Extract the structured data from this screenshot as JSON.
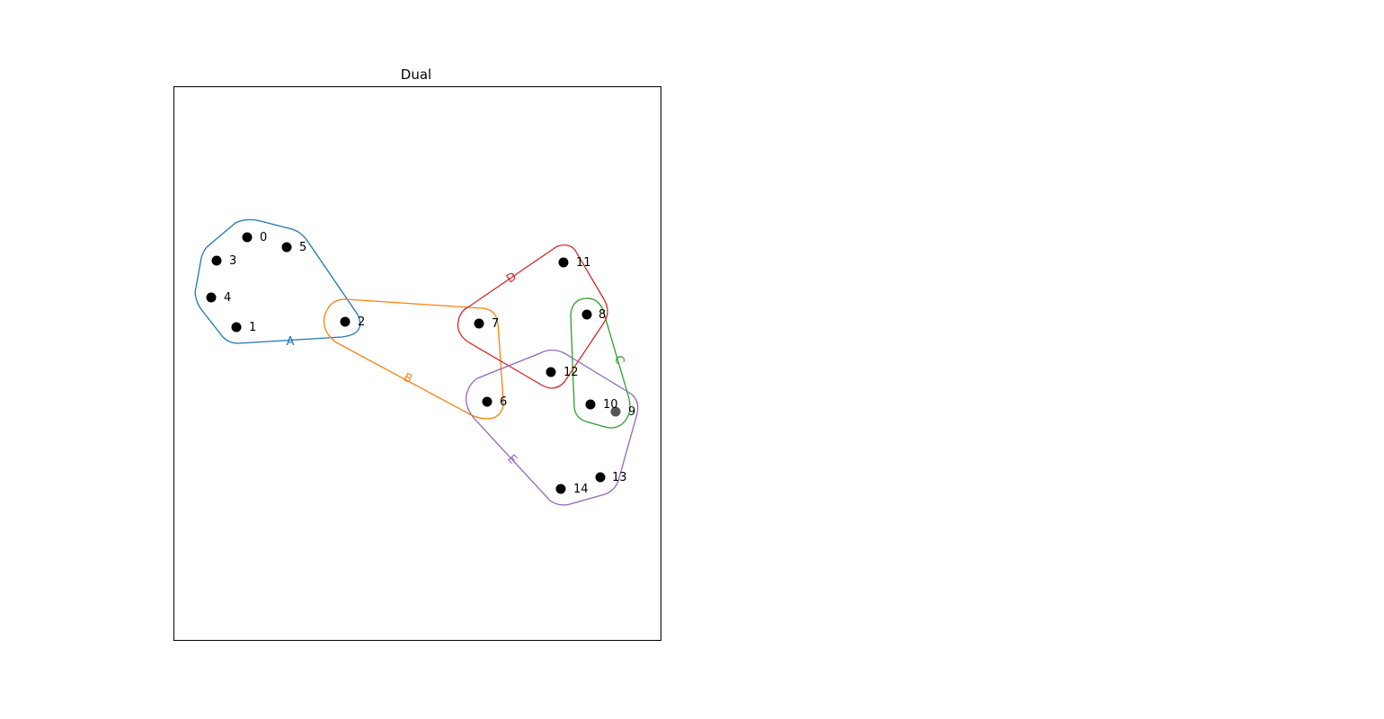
{
  "figure": {
    "title": "Dual"
  },
  "nodes": [
    {
      "id": "0",
      "label": "0",
      "color": "#000000"
    },
    {
      "id": "1",
      "label": "1",
      "color": "#000000"
    },
    {
      "id": "2",
      "label": "2",
      "color": "#000000"
    },
    {
      "id": "3",
      "label": "3",
      "color": "#000000"
    },
    {
      "id": "4",
      "label": "4",
      "color": "#000000"
    },
    {
      "id": "5",
      "label": "5",
      "color": "#000000"
    },
    {
      "id": "6",
      "label": "6",
      "color": "#000000"
    },
    {
      "id": "7",
      "label": "7",
      "color": "#000000"
    },
    {
      "id": "8",
      "label": "8",
      "color": "#000000"
    },
    {
      "id": "9",
      "label": "9",
      "color": "#555555"
    },
    {
      "id": "10",
      "label": "10",
      "color": "#000000"
    },
    {
      "id": "11",
      "label": "11",
      "color": "#000000"
    },
    {
      "id": "12",
      "label": "12",
      "color": "#000000"
    },
    {
      "id": "13",
      "label": "13",
      "color": "#000000"
    },
    {
      "id": "14",
      "label": "14",
      "color": "#000000"
    }
  ],
  "hyperedges": [
    {
      "id": "A",
      "label": "A",
      "color": "#1f77b4",
      "members": [
        "0",
        "1",
        "2",
        "3",
        "4",
        "5"
      ]
    },
    {
      "id": "B",
      "label": "B",
      "color": "#ff7f0e",
      "members": [
        "2",
        "6",
        "7"
      ]
    },
    {
      "id": "C",
      "label": "C",
      "color": "#2ca02c",
      "members": [
        "8",
        "9",
        "10"
      ]
    },
    {
      "id": "D",
      "label": "D",
      "color": "#d62728",
      "members": [
        "7",
        "8",
        "11",
        "12"
      ]
    },
    {
      "id": "E",
      "label": "E",
      "color": "#9467bd",
      "members": [
        "6",
        "9",
        "10",
        "12",
        "13",
        "14"
      ]
    }
  ]
}
